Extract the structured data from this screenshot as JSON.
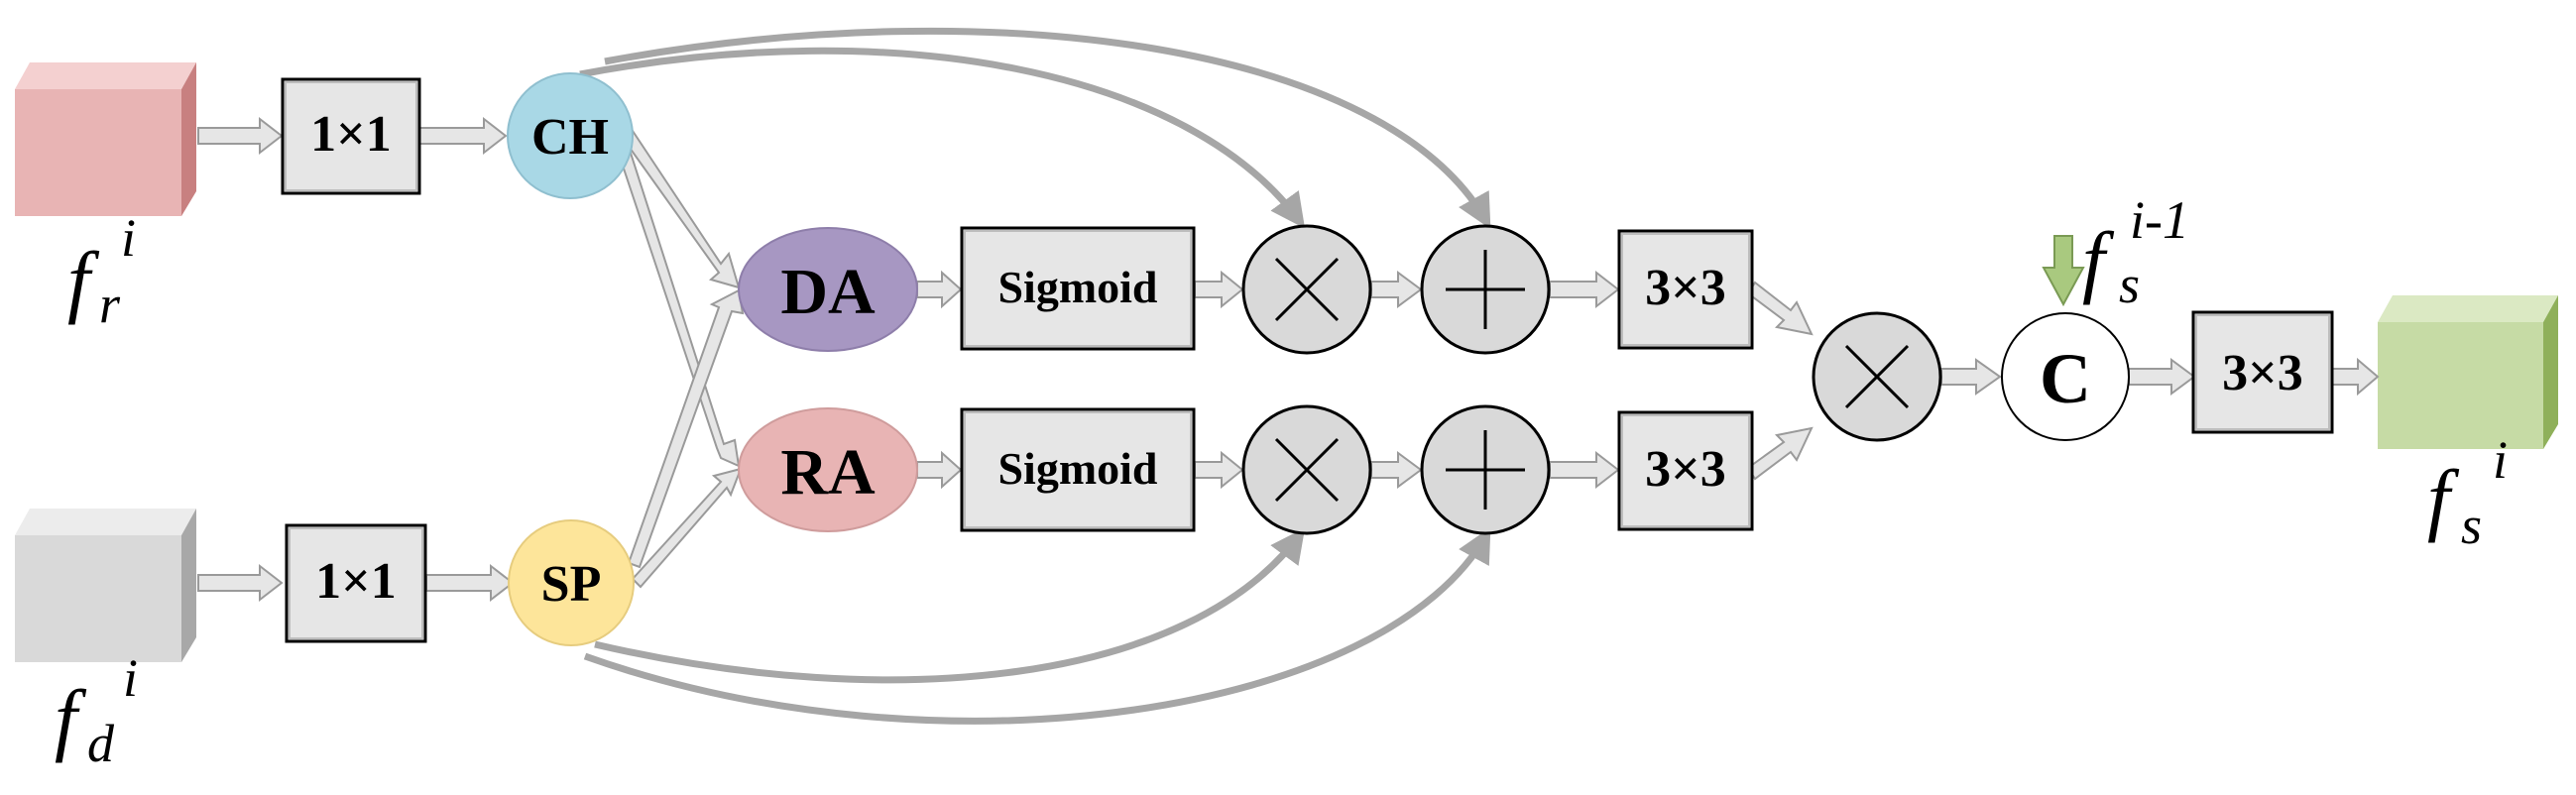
{
  "blocks": {
    "conv_r": "1×1",
    "conv_d": "1×1",
    "ch": "CH",
    "sp": "SP",
    "da": "DA",
    "ra": "RA",
    "sigmoid_top": "Sigmoid",
    "sigmoid_bottom": "Sigmoid",
    "conv3_top": "3×3",
    "conv3_bottom": "3×3",
    "concat": "C",
    "conv3_out": "3×3"
  },
  "labels": {
    "fr_base": "f",
    "fr_sub": "r",
    "fr_sup": "i",
    "fd_base": "f",
    "fd_sub": "d",
    "fd_sup": "i",
    "fs_prev_base": "f",
    "fs_prev_sub": "s",
    "fs_prev_sup": "i-1",
    "fs_base": "f",
    "fs_sub": "s",
    "fs_sup": "i"
  },
  "colors": {
    "input_r": "#e8b4b4",
    "input_d": "#d9d9d9",
    "output_s": "#c6dba5",
    "ch": "#a9d8e6",
    "sp": "#fde59a",
    "da": "#a797c2",
    "ra": "#e8b4b4",
    "box": "#e6e6e6",
    "op": "#d9d9d9",
    "arrow": "#a6a6a6"
  }
}
